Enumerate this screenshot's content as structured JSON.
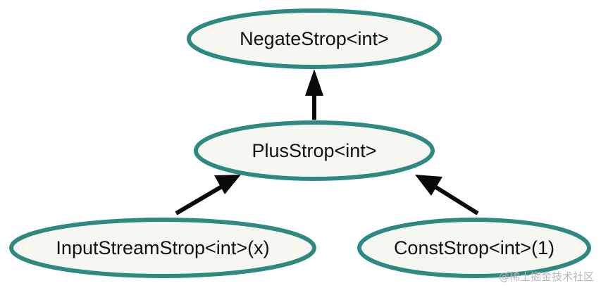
{
  "nodes": {
    "negate": {
      "label": "NegateStrop<int>"
    },
    "plus": {
      "label": "PlusStrop<int>"
    },
    "input": {
      "label": "InputStreamStrop<int>(x)"
    },
    "const": {
      "label": "ConstStrop<int>(1)"
    }
  },
  "edges": [
    {
      "from": "plus",
      "to": "negate"
    },
    {
      "from": "input",
      "to": "plus"
    },
    {
      "from": "const",
      "to": "plus"
    }
  ],
  "watermark": "@稀土掘金技术社区",
  "colors": {
    "node_stroke": "#2e8a80",
    "node_fill": "#f7f7f2",
    "edge": "#0a0a0a"
  }
}
